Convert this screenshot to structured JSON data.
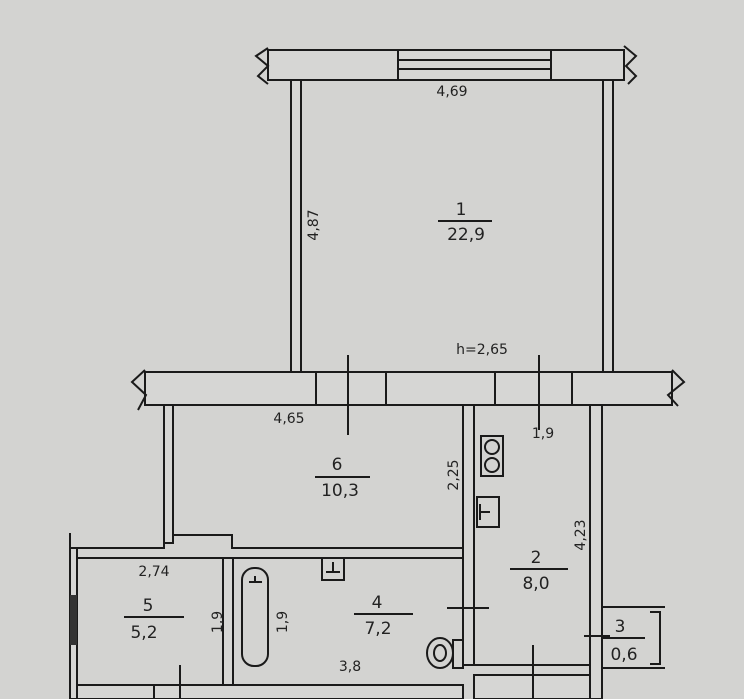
{
  "plan": {
    "ceiling_height": "h=2,65",
    "dimensions": {
      "top_width": "4,69",
      "room1_depth": "4,87",
      "room6_width": "4,65",
      "room6_depth": "2,25",
      "room2_width": "1,9",
      "room2_depth": "4,23",
      "room5_width": "2,74",
      "room5_depth": "1,9",
      "room4_depth": "1,9",
      "room4_width": "3,8"
    },
    "rooms": [
      {
        "number": "1",
        "area": "22,9"
      },
      {
        "number": "2",
        "area": "8,0"
      },
      {
        "number": "3",
        "area": "0,6"
      },
      {
        "number": "4",
        "area": "7,2"
      },
      {
        "number": "5",
        "area": "5,2"
      },
      {
        "number": "6",
        "area": "10,3"
      }
    ]
  }
}
